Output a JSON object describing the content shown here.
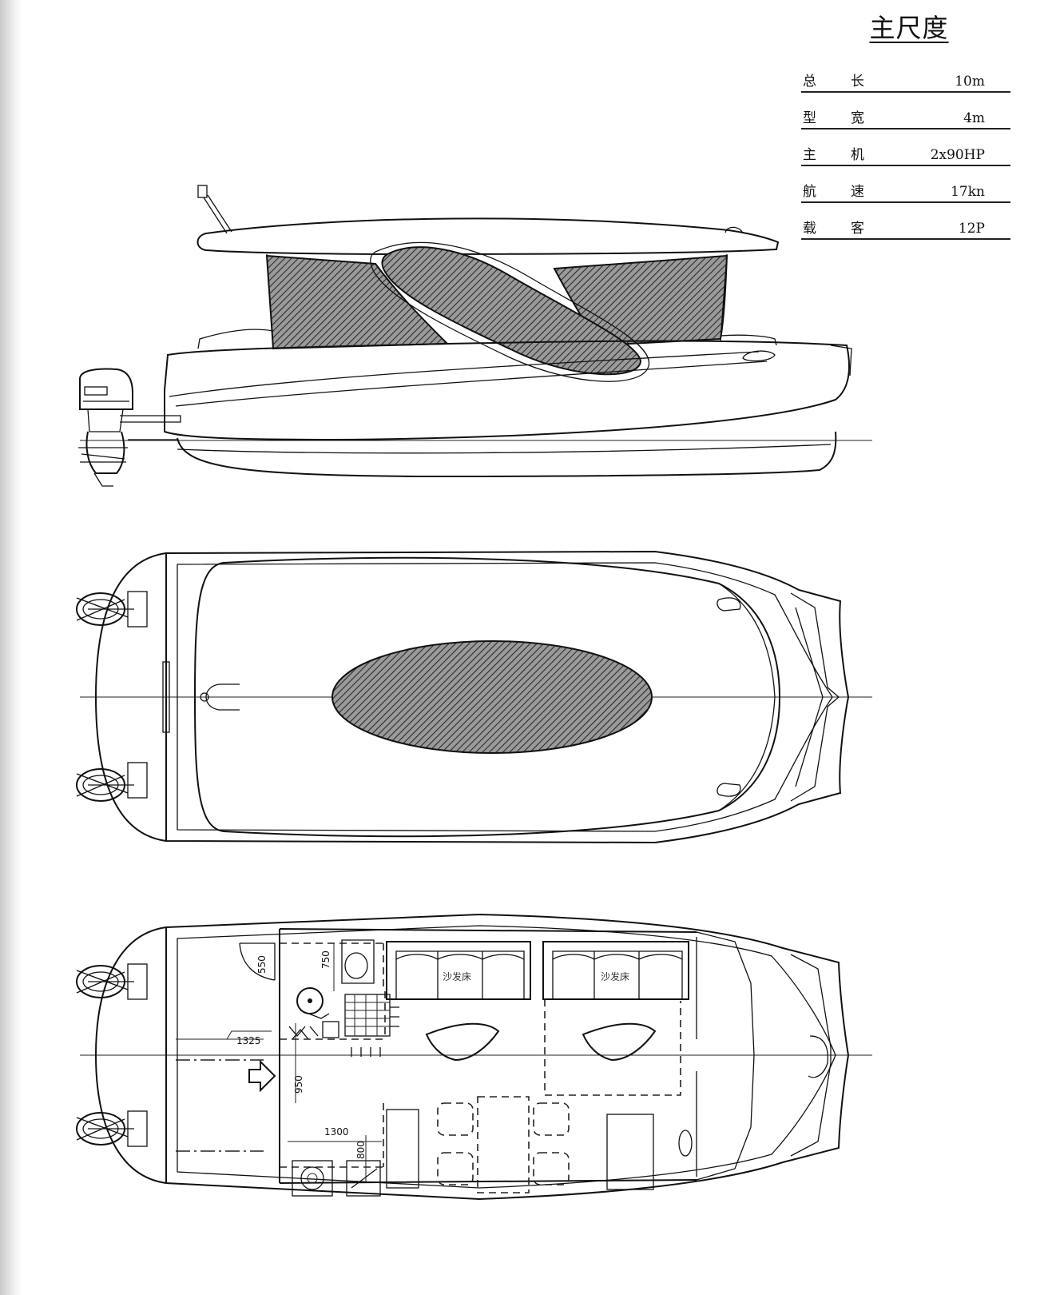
{
  "spec_table": {
    "title": "主尺度",
    "rows": [
      {
        "k1": "总",
        "k2": "长",
        "value": "10m"
      },
      {
        "k1": "型",
        "k2": "宽",
        "value": "4m"
      },
      {
        "k1": "主",
        "k2": "机",
        "value": "2x90HP"
      },
      {
        "k1": "航",
        "k2": "速",
        "value": "17kn"
      },
      {
        "k1": "载",
        "k2": "客",
        "value": "12P"
      }
    ]
  },
  "layout_plan": {
    "sofa_label_1": "沙发床",
    "sofa_label_2": "沙发床",
    "dimensions": {
      "d550": "550",
      "d750": "750",
      "d1325": "1325",
      "d950": "950",
      "d1300": "1300",
      "d800": "800"
    }
  }
}
